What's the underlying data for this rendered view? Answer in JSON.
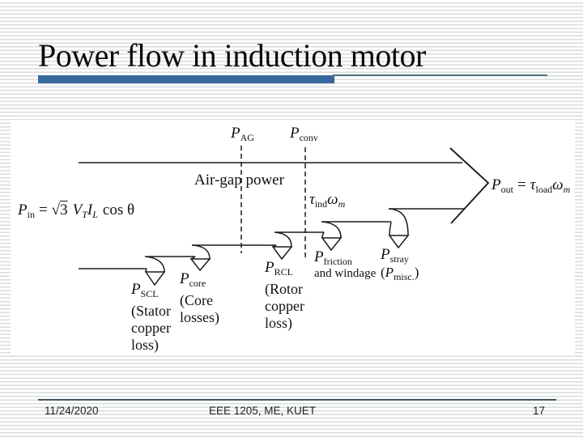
{
  "slide": {
    "title": "Power flow in induction motor",
    "footer": {
      "date": "11/24/2020",
      "course": "EEE 1205, ME, KUET",
      "page_number": "17"
    },
    "colors": {
      "accent_bar": "#38699e",
      "title_rule": "#51707f",
      "footer_rule": "#42535c",
      "stripe": "#d8dcdc",
      "diagram_ink": "#1c1c1c"
    }
  },
  "diagram": {
    "stage_labels": {
      "pag": {
        "base": "P",
        "sub": "AG"
      },
      "pconv": {
        "base": "P",
        "sub": "conv"
      },
      "airgap_caption": "Air-gap power"
    },
    "formulas": {
      "pin": {
        "p": "P",
        "p_sub": "in",
        "equals": "=",
        "sqrt_sign": "√",
        "sqrt_arg": "3",
        "v": "V",
        "v_sub": "T",
        "i": "I",
        "i_sub": "L",
        "cos_term": "cos θ"
      },
      "tau_ind": {
        "tau": "τ",
        "tau_sub": "ind",
        "omega": "ω",
        "omega_sub": "m"
      },
      "pout": {
        "p": "P",
        "p_sub": "out",
        "equals": "=",
        "tau": "τ",
        "tau_sub": "load",
        "omega": "ω",
        "omega_sub": "m"
      }
    },
    "losses": {
      "scl": {
        "base": "P",
        "sub": "SCL",
        "desc_line1": "(Stator",
        "desc_line2": "copper",
        "desc_line3": "loss)"
      },
      "core": {
        "base": "P",
        "sub": "core",
        "desc_line1": "(Core",
        "desc_line2": "losses)"
      },
      "rcl": {
        "base": "P",
        "sub": "RCL",
        "desc_line1": "(Rotor",
        "desc_line2": "copper",
        "desc_line3": "loss)"
      },
      "friction": {
        "base": "P",
        "sub": "friction",
        "desc_line1": "and windage"
      },
      "stray": {
        "base": "P",
        "sub": "stray",
        "paren_open": "(",
        "paren_base": "P",
        "paren_sub": "misc.",
        "paren_close": ")"
      }
    }
  }
}
